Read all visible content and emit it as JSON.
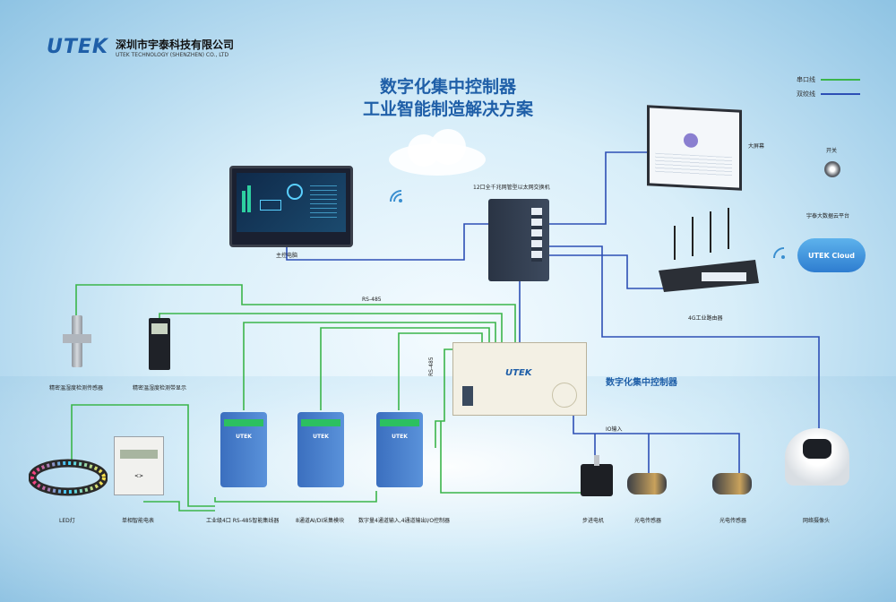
{
  "brand": {
    "logo": "UTEK",
    "company_cn": "深圳市宇泰科技有限公司",
    "company_en": "UTEK TECHNOLOGY (SHENZHEN) CO., LTD"
  },
  "title": {
    "line1": "数字化集中控制器",
    "line2": "工业智能制造解决方案"
  },
  "legend": [
    {
      "label": "串口线",
      "color": "#3bb54a"
    },
    {
      "label": "双绞线",
      "color": "#2d4fb5"
    }
  ],
  "colors": {
    "serial": "#3bb54a",
    "twisted": "#2d4fb5",
    "brand": "#1f5fa8"
  },
  "labels": {
    "main_pc": "主控电脑",
    "switch": "12口全千兆网管型以太网交换机",
    "screen": "大屏幕",
    "power_switch": "开关",
    "cloud_platform": "宇泰大数据云平台",
    "cloud_badge": "UTEK Cloud",
    "router": "4G工业路由器",
    "controller": "数字化集中控制器",
    "controller_badge": "UTEK",
    "rs485_top": "RS-485",
    "rs485_side": "RS-485",
    "io_input": "IO输入",
    "temp_sensor": "精密温湿度检测传感器",
    "temp_display": "精密温湿度检测带显示",
    "led": "LED灯",
    "meter": "单相智能电表",
    "meter_mark": "<>",
    "hub": "工业级4口 RS-485智能集线器",
    "ai_module": "8通道AI/DI采集模块",
    "io_module": "数字量4通道输入,4通道输出I/O控制器",
    "stepper": "步进电机",
    "photo1": "光电传感器",
    "photo2": "光电传感器",
    "camera": "网络摄像头",
    "module_badge": "UTEK"
  }
}
